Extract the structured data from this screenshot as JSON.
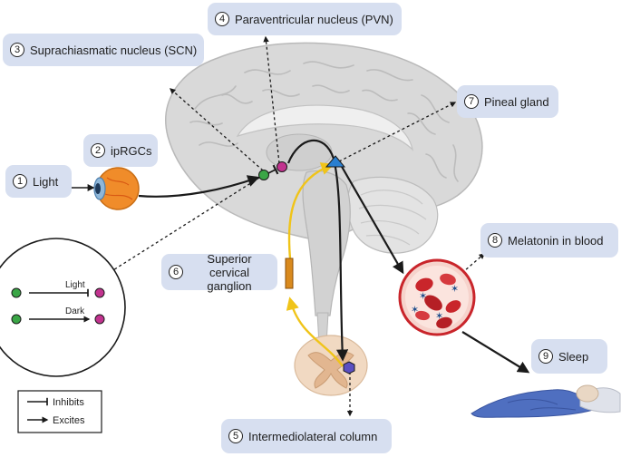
{
  "labels": [
    {
      "id": "light",
      "num": "1",
      "text": "Light"
    },
    {
      "id": "iprgcs",
      "num": "2",
      "text": "ipRGCs"
    },
    {
      "id": "scn",
      "num": "3",
      "text": "Suprachiasmatic  nucleus (SCN)"
    },
    {
      "id": "pvn",
      "num": "4",
      "text": "Paraventricular nucleus (PVN)"
    },
    {
      "id": "iml",
      "num": "5",
      "text": "Intermediolateral column"
    },
    {
      "id": "scg",
      "num": "6",
      "text": "Superior cervical ganglion"
    },
    {
      "id": "pineal",
      "num": "7",
      "text": "Pineal gland"
    },
    {
      "id": "melatonin",
      "num": "8",
      "text": "Melatonin in blood"
    },
    {
      "id": "sleep",
      "num": "9",
      "text": "Sleep"
    }
  ],
  "inset": {
    "light_label": "Light",
    "dark_label": "Dark"
  },
  "legend": {
    "inhibits": "Inhibits",
    "excites": "Excites"
  },
  "colors": {
    "label_box": "#d7dff0",
    "scn_node": "#3aa646",
    "pvn_node": "#c2338f",
    "pineal_node": "#2a7fd0",
    "iml_node": "#5a4fc2",
    "ganglion": "#d98a1e",
    "sympathetic_path": "#f0c419",
    "blood_cell": "#c9252b",
    "melatonin_star": "#1f4e8c",
    "brain": "#d6d6d6",
    "blanket": "#4f6fc0"
  }
}
